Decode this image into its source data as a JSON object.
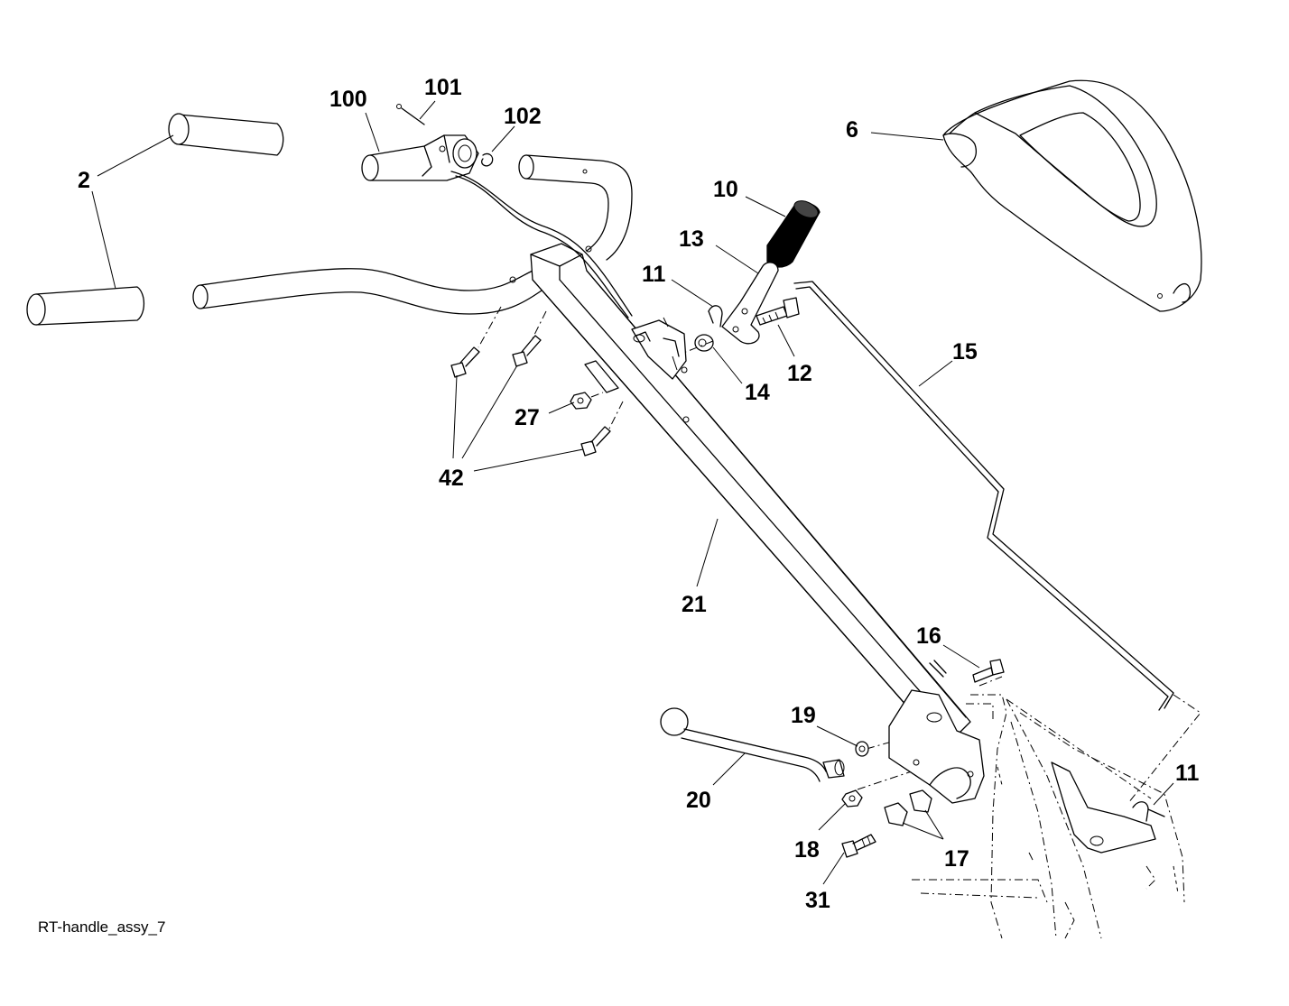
{
  "caption": "RT-handle_assy_7",
  "callouts": {
    "c2": "2",
    "c100": "100",
    "c101": "101",
    "c102": "102",
    "c6": "6",
    "c10": "10",
    "c13": "13",
    "c11a": "11",
    "c12": "12",
    "c14": "14",
    "c15": "15",
    "c27": "27",
    "c42": "42",
    "c21": "21",
    "c16": "16",
    "c19": "19",
    "c20": "20",
    "c18": "18",
    "c17": "17",
    "c11b": "11",
    "c31": "31"
  }
}
